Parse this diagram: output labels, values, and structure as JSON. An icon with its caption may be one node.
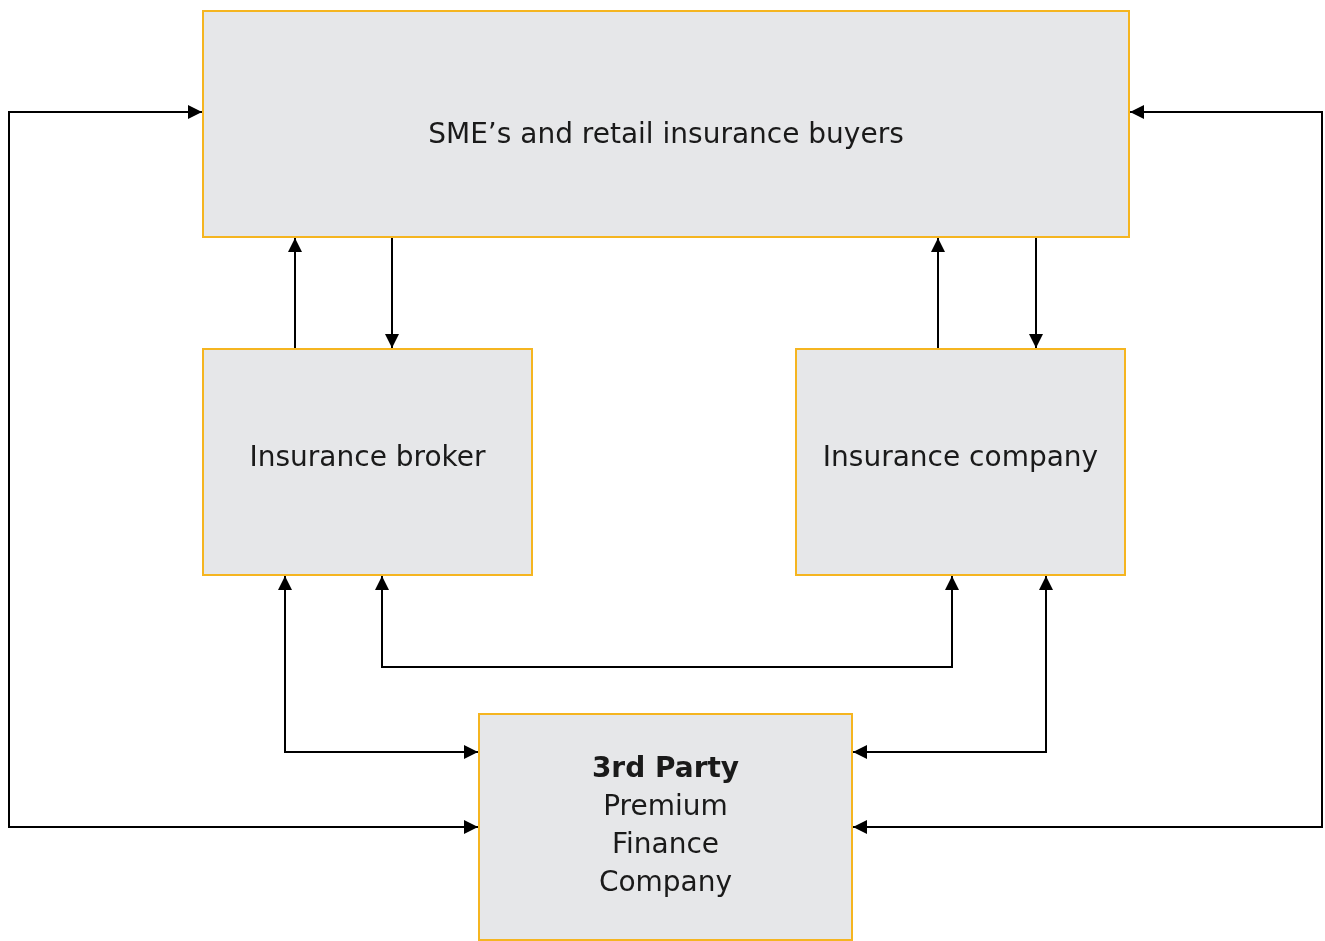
{
  "diagram": {
    "nodes": [
      {
        "text": [
          "SME’s and retail insurance buyers"
        ]
      },
      {
        "text": [
          "Insurance broker"
        ]
      },
      {
        "text": [
          "Insurance company"
        ]
      },
      {
        "text": [
          "3rd Party",
          "Premium Finance Company"
        ]
      }
    ],
    "edges": [
      {
        "from": 1,
        "to": 0,
        "arrow": "to"
      },
      {
        "from": 0,
        "to": 1,
        "arrow": "to"
      },
      {
        "from": 2,
        "to": 0,
        "arrow": "to"
      },
      {
        "from": 0,
        "to": 2,
        "arrow": "to"
      },
      {
        "from": 1,
        "to": 2,
        "arrow": "both"
      },
      {
        "from": 1,
        "to": 3,
        "arrow": "both"
      },
      {
        "from": 2,
        "to": 3,
        "arrow": "both"
      },
      {
        "from": 0,
        "to": 3,
        "arrow": "both"
      },
      {
        "from": 0,
        "to": 3,
        "arrow": "both"
      }
    ]
  }
}
